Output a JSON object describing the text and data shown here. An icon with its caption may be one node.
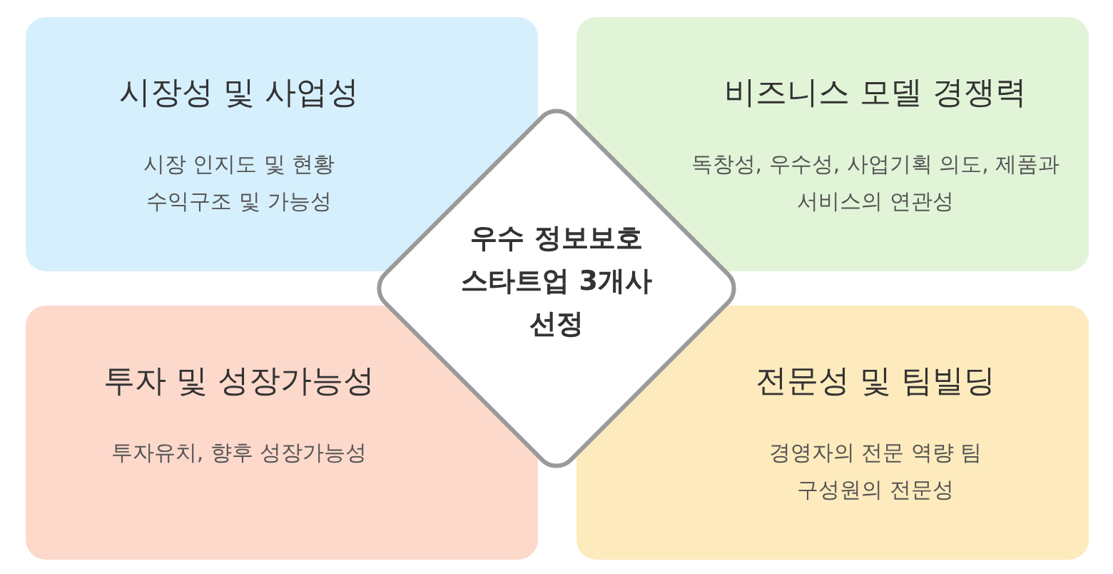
{
  "diagram": {
    "nodes": [
      {
        "text": [
          "시장성 및 사업성",
          "시장 인지도 및 현황 수익구조 및 가능성"
        ]
      },
      {
        "text": [
          "비즈니스 모델 경쟁력",
          "독창성, 우수성, 사업기획 의도, 제품과 서비스의 연관성"
        ]
      },
      {
        "text": [
          "우수 정보보호 스타트업 3개사 선정"
        ]
      },
      {
        "text": [
          "투자 및 성장가능성",
          "투자유치, 향후 성장가능성"
        ]
      },
      {
        "text": [
          "전문성 및 팀빌딩",
          "경영자의 전문 역량 팀 구성원의 전문성"
        ]
      }
    ],
    "edges": []
  }
}
